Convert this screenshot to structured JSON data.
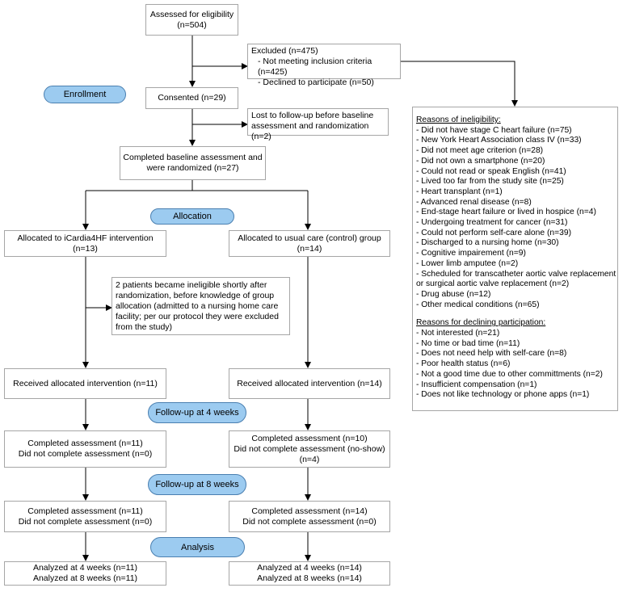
{
  "assessed": {
    "line1": "Assessed for eligibility",
    "line2": "(n=504)"
  },
  "excluded": {
    "title": "Excluded (n=475)",
    "items": [
      "- Not meeting inclusion criteria (n=425)",
      "- Declined to participate (n=50)"
    ]
  },
  "phases": {
    "enrollment": "Enrollment",
    "allocation": "Allocation",
    "followup4": "Follow-up at 4 weeks",
    "followup8": "Follow-up at 8 weeks",
    "analysis": "Analysis"
  },
  "consented": "Consented (n=29)",
  "lost_followup": {
    "line1": "Lost to follow-up before baseline",
    "line2": "assessment and randomization (n=2)"
  },
  "randomized": {
    "line1": "Completed baseline assessment and",
    "line2": "were randomized (n=27)"
  },
  "left_arm": {
    "allocated": {
      "line1": "Allocated to iCardia4HF intervention",
      "line2": "(n=13)"
    },
    "ineligible": {
      "lines": [
        "2 patients became ineligible shortly after",
        "randomization, before knowledge of group",
        "allocation (admitted to a nursing home care",
        "facility; per our protocol they were excluded",
        "from the study)"
      ]
    },
    "received": "Received allocated intervention (n=11)",
    "fu4": {
      "line1": "Completed assessment (n=11)",
      "line2": "Did not complete assessment (n=0)"
    },
    "fu8": {
      "line1": "Completed assessment (n=11)",
      "line2": "Did not complete assessment (n=0)"
    },
    "analyzed": {
      "line1": "Analyzed at 4 weeks (n=11)",
      "line2": "Analyzed at 8 weeks (n=11)"
    }
  },
  "right_arm": {
    "allocated": {
      "line1": "Allocated to usual care (control) group",
      "line2": "(n=14)"
    },
    "received": "Received allocated intervention (n=14)",
    "fu4": {
      "line1": "Completed  assessment (n=10)",
      "line2": "Did not complete assessment (no-show)",
      "line3": "(n=4)"
    },
    "fu8": {
      "line1": "Completed assessment (n=14)",
      "line2": "Did not complete assessment (n=0)"
    },
    "analyzed": {
      "line1": "Analyzed at 4 weeks (n=14)",
      "line2": "Analyzed at 8 weeks (n=14)"
    }
  },
  "reasons": {
    "ineligibility_title": "Reasons of ineligibility:",
    "ineligibility_items": [
      "- Did not have stage C heart failure (n=75)",
      "- New York Heart Association class IV (n=33)",
      "- Did not meet age criterion (n=28)",
      "- Did not own a smartphone (n=20)",
      "- Could not read or speak English (n=41)",
      "- Lived too far from the study site  (n=25)",
      "- Heart transplant  (n=1)",
      "- Advanced renal disease (n=8)",
      "- End-stage heart failure or lived in hospice (n=4)",
      "- Undergoing treatment for cancer (n=31)",
      "- Could not perform self-care alone (n=39)",
      "- Discharged to a nursing home (n=30)",
      "- Cognitive impairement (n=9)",
      "- Lower limb amputee (n=2)",
      "- Scheduled for transcatheter aortic valve replacement",
      "or surgical aortic valve replacement (n=2)",
      "- Drug abuse (n=12)",
      "- Other medical conditions (n=65)"
    ],
    "declining_title": "Reasons for declining participation:",
    "declining_items": [
      "- Not interested (n=21)",
      "- No time or bad time (n=11)",
      "- Does not need help with self-care (n=8)",
      "- Poor health status (n=6)",
      "- Not a good time due to other committments (n=2)",
      "- Insufficient compensation (n=1)",
      "- Does not like technology or phone apps (n=1)"
    ]
  }
}
